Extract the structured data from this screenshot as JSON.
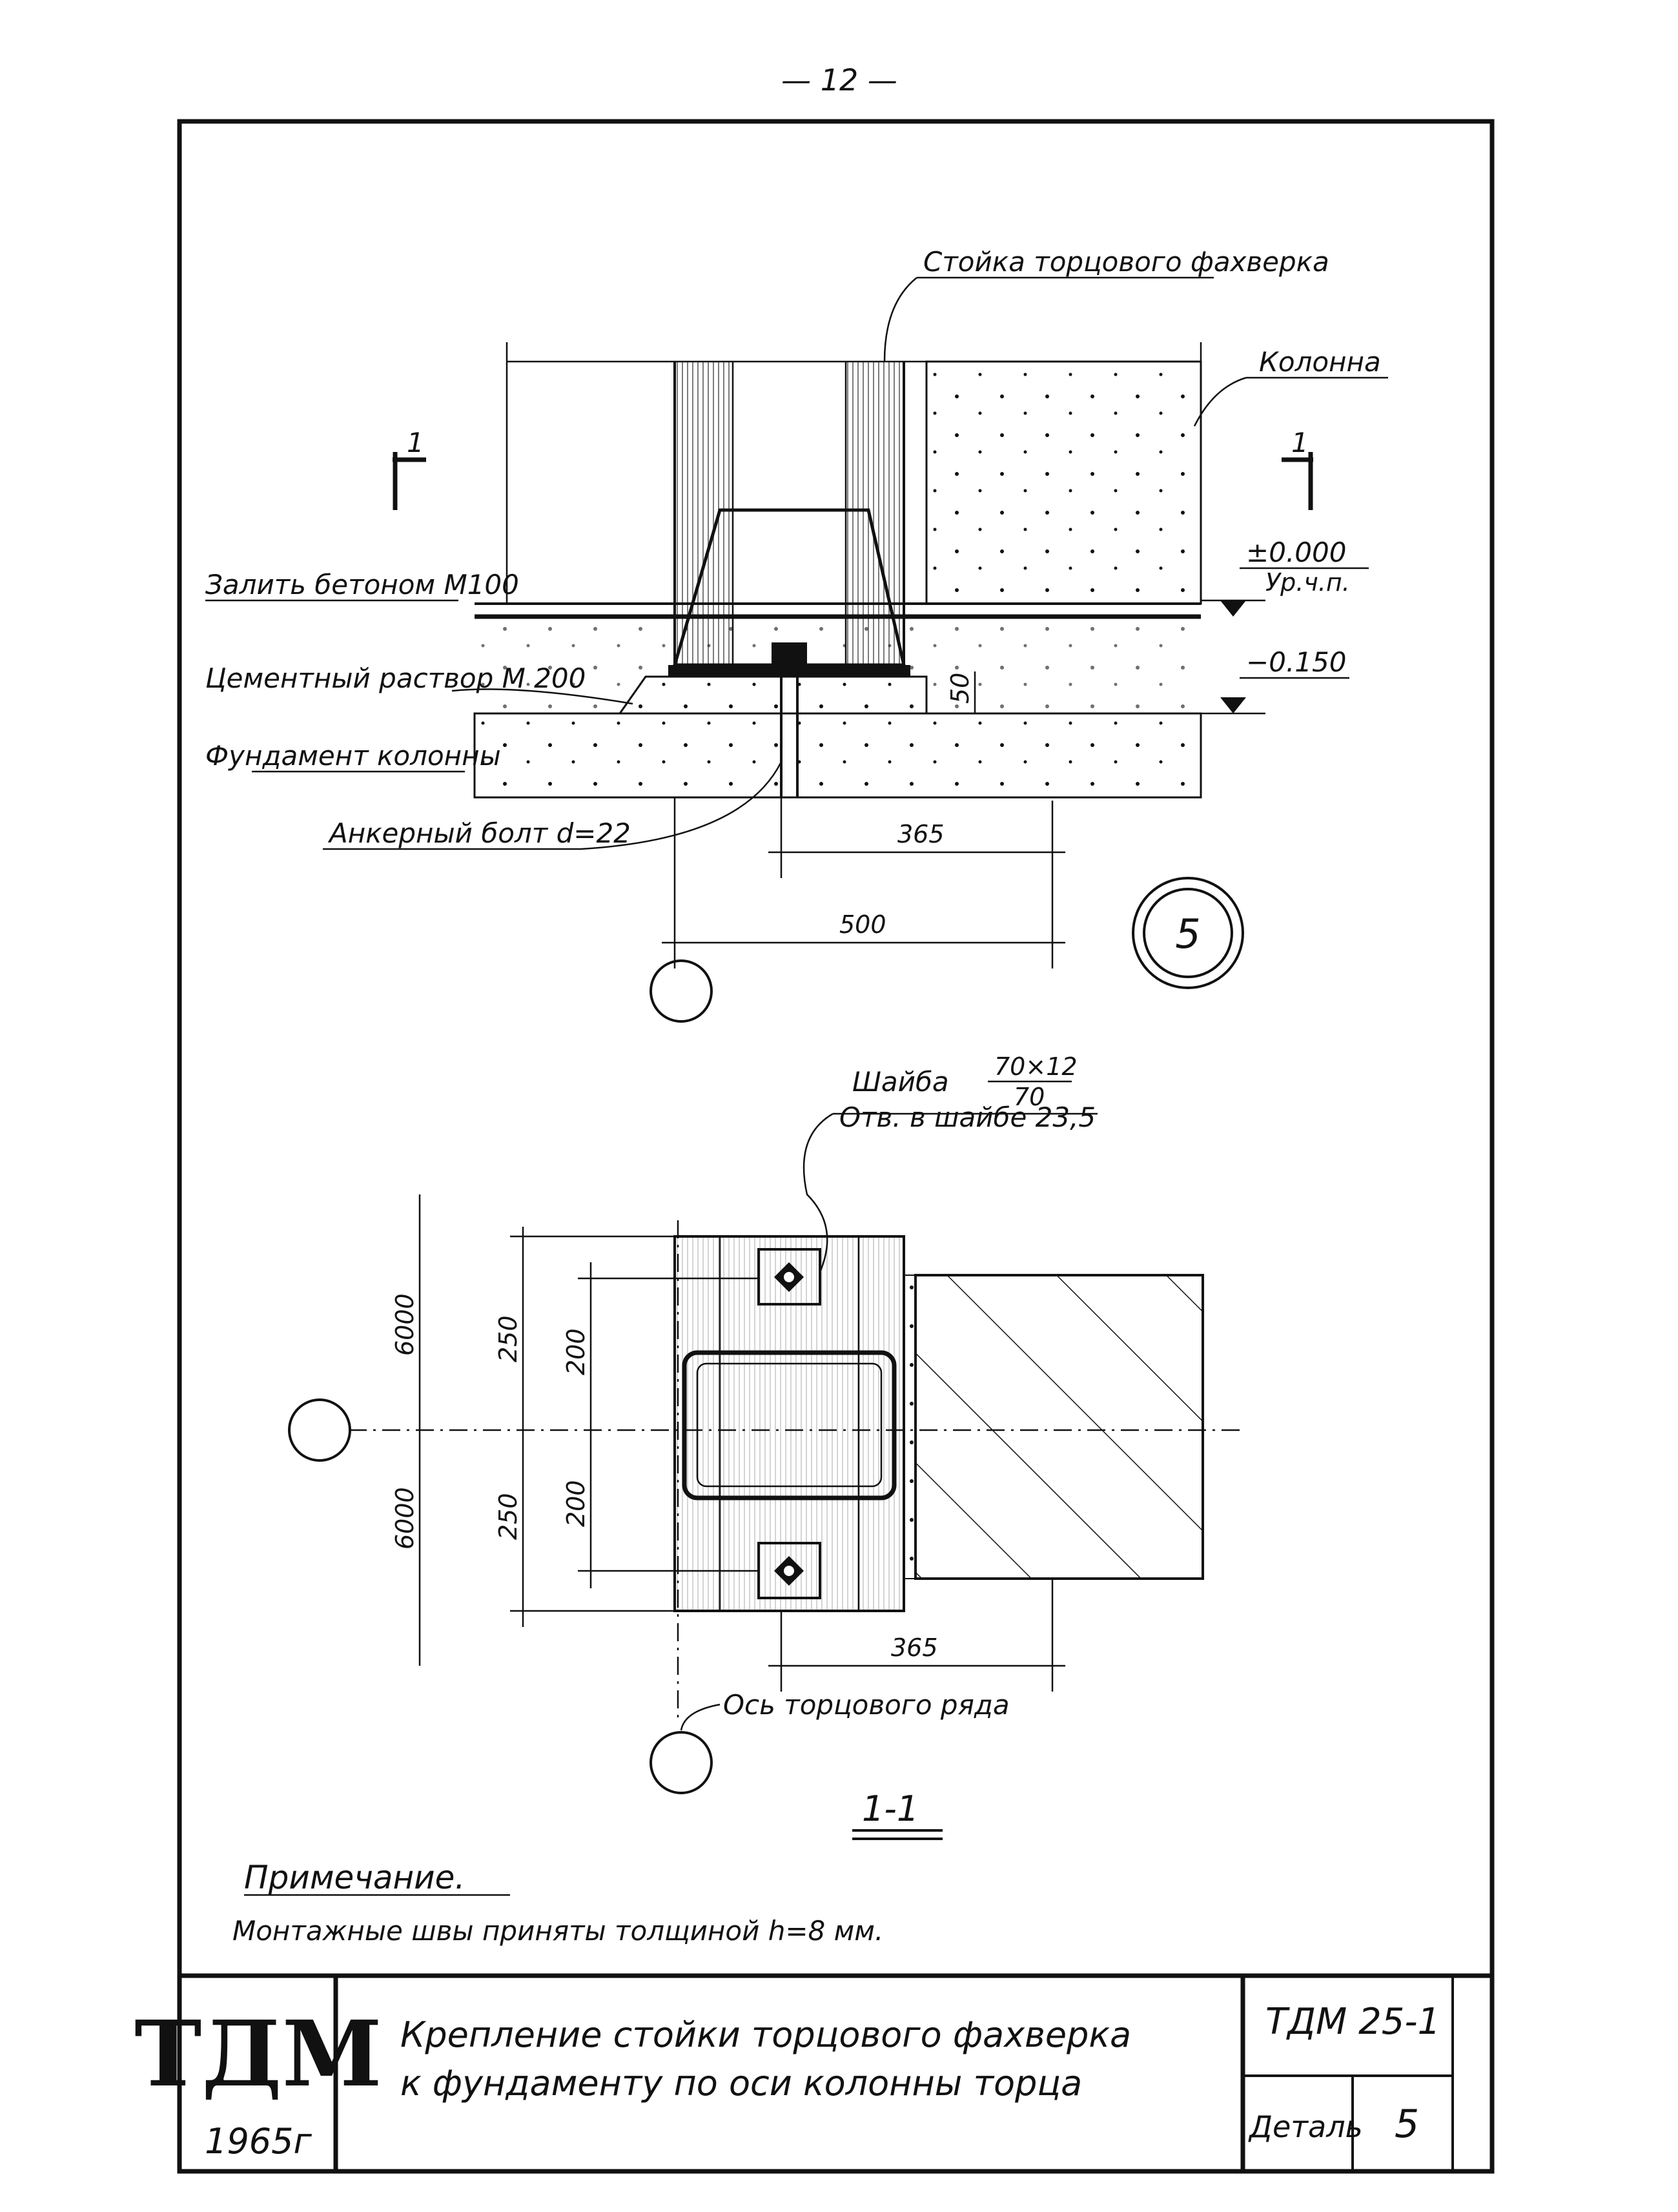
{
  "page_number": "— 12 —",
  "elevation": {
    "labels": {
      "post": "Стойка торцового фахверка",
      "column": "Колонна",
      "fill": "Залить бетоном М100",
      "mortar": "Цементный раствор М 200",
      "foundation": "Фундамент колонны",
      "anchor": "Анкерный болт d=22"
    },
    "levels": {
      "top": "±0.000",
      "top_note": "Ур.ч.п.",
      "bottom": "−0.150"
    },
    "section_mark": "1",
    "dims": {
      "d365": "365",
      "d500": "500",
      "d50": "50"
    },
    "detail_number": "5"
  },
  "plan": {
    "washer_label": "Шайба",
    "washer_size_top": "70×12",
    "washer_size_bottom": "70",
    "washer_hole": "Отв. в шайбе 23,5",
    "dims": {
      "d6000a": "6000",
      "d6000b": "6000",
      "d250a": "250",
      "d250b": "250",
      "d200a": "200",
      "d200b": "200",
      "d365": "365"
    },
    "axis_label": "Ось торцового ряда",
    "section_title": "1-1"
  },
  "note": {
    "heading": "Примечание.",
    "text": "Монтажные швы приняты толщиной h=8 мм."
  },
  "title_block": {
    "logo": "ТДМ",
    "year": "1965г",
    "title_line1": "Крепление стойки торцового фахверка",
    "title_line2": "к фундаменту по оси колонны торца",
    "code": "ТДМ 25-1",
    "detail_label": "Деталь",
    "detail_number": "5"
  }
}
